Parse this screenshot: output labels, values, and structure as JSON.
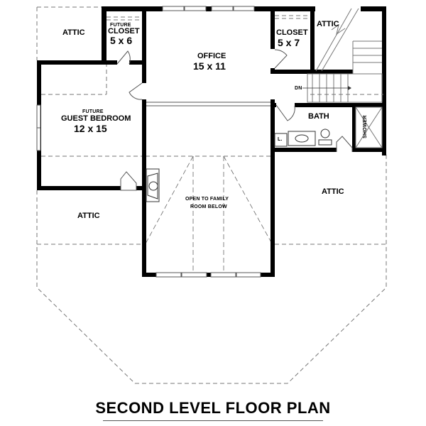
{
  "plan": {
    "title": "SECOND LEVEL FLOOR PLAN",
    "rooms": {
      "attic_top_left": {
        "name": "ATTIC"
      },
      "future_closet": {
        "prefix": "FUTURE",
        "name": "CLOSET",
        "size": "5 x 6"
      },
      "office": {
        "name": "OFFICE",
        "size": "15 x 11"
      },
      "closet_right": {
        "name": "CLOSET",
        "size": "5 x 7"
      },
      "attic_top_right": {
        "name": "ATTIC"
      },
      "stair": {
        "label": "DN"
      },
      "guest_bedroom": {
        "prefix": "FUTURE",
        "name": "GUEST BEDROOM",
        "size": "12 x 15"
      },
      "bath": {
        "name": "BATH",
        "shower": "SHOWER",
        "linen": "L."
      },
      "open_area": {
        "line1": "OPEN TO FAMILY",
        "line2": "ROOM BELOW"
      },
      "attic_mid_left": {
        "name": "ATTIC"
      },
      "attic_mid_right": {
        "name": "ATTIC"
      }
    }
  }
}
